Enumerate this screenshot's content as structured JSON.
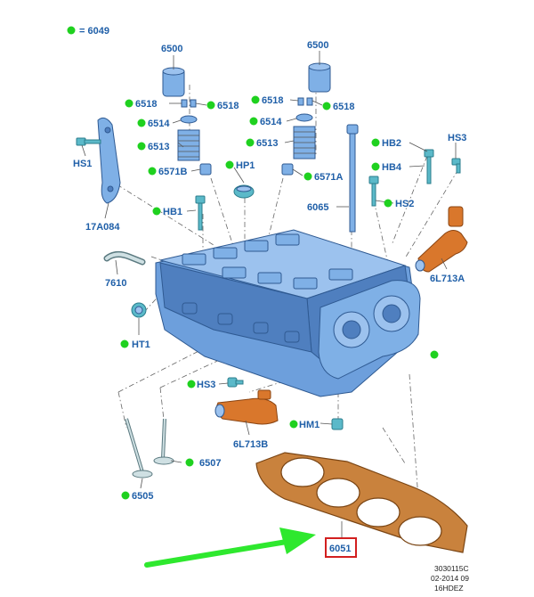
{
  "legend": {
    "marker_color": "#1fd11f",
    "text": "= 6049"
  },
  "labels": {
    "l_6500a": "6500",
    "l_6500b": "6500",
    "l_6518a": "6518",
    "l_6518b": "6518",
    "l_6518c": "6518",
    "l_6518d": "6518",
    "l_6514a": "6514",
    "l_6514b": "6514",
    "l_6513a": "6513",
    "l_6513b": "6513",
    "l_6571Ba": "6571B",
    "l_6571A": "6571A",
    "l_HP1": "HP1",
    "l_HS1": "HS1",
    "l_17A084": "17A084",
    "l_HB1": "HB1",
    "l_HB2": "HB2",
    "l_HB4": "HB4",
    "l_HS3a": "HS3",
    "l_HS3b": "HS3",
    "l_HS2": "HS2",
    "l_6065": "6065",
    "l_6L713A": "6L713A",
    "l_6L713B": "6L713B",
    "l_7610": "7610",
    "l_HT1": "HT1",
    "l_HM1": "HM1",
    "l_6507": "6507",
    "l_6505": "6505",
    "l_6051": "6051"
  },
  "footer": {
    "line1": "3030115C",
    "line2": "02-2014 09",
    "line3": "16HDEZ"
  },
  "colors": {
    "label": "#1f5fa8",
    "highlight_box": "#d21f1f",
    "arrow": "#2ee82e",
    "marker": "#1fd11f"
  }
}
